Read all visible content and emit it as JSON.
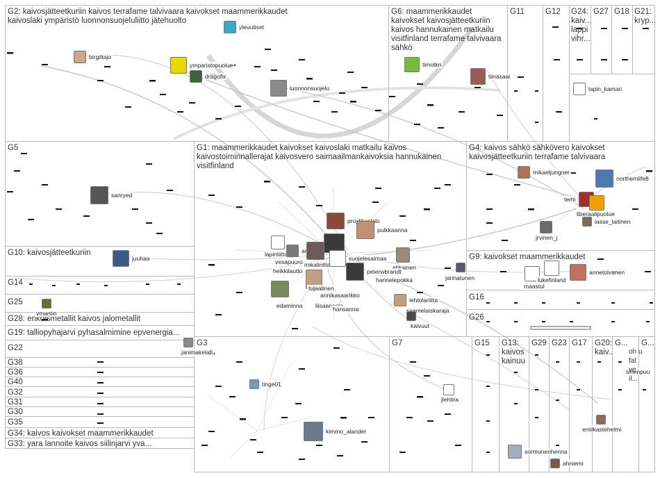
{
  "groups": [
    {
      "id": "G2",
      "label": "G2: kaivosjätteetkuriin kaivos terrafame talvivaara kaivokset maammerikkaudet kaivoslaki ympäristö luonnonsuojeluliitto jätehuolto"
    },
    {
      "id": "G6",
      "label": "G6: maammerikkaudet kaivokset kaivosjätteetkuriin kaivos hannukainen matkailu visitfinland terrafame talvivaara sähkö"
    },
    {
      "id": "G11",
      "label": "G11"
    },
    {
      "id": "G12",
      "label": "G12"
    },
    {
      "id": "G24",
      "label": "G24: kaiv... lappi vihr..."
    },
    {
      "id": "G27",
      "label": "G27"
    },
    {
      "id": "G18",
      "label": "G18"
    },
    {
      "id": "G21",
      "label": "G21: kryp..."
    },
    {
      "id": "G5",
      "label": "G5"
    },
    {
      "id": "G1",
      "label": "G1: maammerikkaudet kaivokset kaivoslaki matkailu kaivos kaivostoiminnallerajat kaivosvero saimaailmankaivoksia hannukainen visitfinland"
    },
    {
      "id": "G4",
      "label": "G4: kaivos sähkö sähkövero kaivokset kaivosjätteetkuriin terrafame talvivaara"
    },
    {
      "id": "G10",
      "label": "G10: kaivosjätteetkuriin"
    },
    {
      "id": "G9",
      "label": "G9: kaivokset maammerikkaudet"
    },
    {
      "id": "G14",
      "label": "G14"
    },
    {
      "id": "G16",
      "label": "G16"
    },
    {
      "id": "G25",
      "label": "G25"
    },
    {
      "id": "G26",
      "label": "G26"
    },
    {
      "id": "G28",
      "label": "G28: erikoismetallit kaivos jalometallit"
    },
    {
      "id": "G19",
      "label": "G19: talliopyhajarvi pyhasalmimine epvenergia..."
    },
    {
      "id": "G22",
      "label": "G22"
    },
    {
      "id": "G3",
      "label": "G3"
    },
    {
      "id": "G7",
      "label": "G7"
    },
    {
      "id": "G15",
      "label": "G15"
    },
    {
      "id": "G13",
      "label": "G13: kaivos kainuu"
    },
    {
      "id": "G29",
      "label": "G29"
    },
    {
      "id": "G23",
      "label": "G23"
    },
    {
      "id": "G17",
      "label": "G17"
    },
    {
      "id": "G20",
      "label": "G20: kaiv..."
    },
    {
      "id": "G8",
      "label": "G..."
    },
    {
      "id": "G30b",
      "label": "G..."
    },
    {
      "id": "G38",
      "label": "G38"
    },
    {
      "id": "G36",
      "label": "G36"
    },
    {
      "id": "G40",
      "label": "G40"
    },
    {
      "id": "G32",
      "label": "G32"
    },
    {
      "id": "G31",
      "label": "G31"
    },
    {
      "id": "G30",
      "label": "G30"
    },
    {
      "id": "G35",
      "label": "G35"
    },
    {
      "id": "G34",
      "label": "G34: kaivos kaivokset maammerikkaudet"
    },
    {
      "id": "G33",
      "label": "G33: yara lannoite kaivos siilinjarvi yva..."
    },
    {
      "id": "G21x",
      "label": "oh u fat ve il..."
    }
  ],
  "nodes": [
    {
      "label": "birgittajo",
      "color": "#c9a88f"
    },
    {
      "label": "yleuutiset",
      "color": "#3aa8c8"
    },
    {
      "label": "ymparistopuolue",
      "color": "#e8d800"
    },
    {
      "label": "dragofix",
      "color": "#3f5f3a"
    },
    {
      "label": "luonnonsuojelu",
      "color": "#8a8a8a"
    },
    {
      "label": "timotkn",
      "color": "#7ab83a"
    },
    {
      "label": "tiinasaai",
      "color": "#9a5a5a"
    },
    {
      "label": "lapin_kamari",
      "color": "#2b4e8c"
    },
    {
      "label": "sanryed",
      "color": "#555555"
    },
    {
      "label": "mikaeljungner",
      "color": "#b07060"
    },
    {
      "label": "northemlife8",
      "color": "#4a7ab0"
    },
    {
      "label": "terhi",
      "color": "#a03030"
    },
    {
      "label": "liberaalipuolue",
      "color": "#f0a000"
    },
    {
      "label": "lasse_laitinen",
      "color": "#7a6a5a"
    },
    {
      "label": "jrvinen_j",
      "color": "#6a6a6a"
    },
    {
      "label": "juuhaa",
      "color": "#3a5a8a"
    },
    {
      "label": "proylikaslalo",
      "color": "#8a4a3a"
    },
    {
      "label": "pulkkaanna",
      "color": "#c09070"
    },
    {
      "label": "lapinliitto",
      "color": "#c03030"
    },
    {
      "label": "arivuo",
      "color": "#7a7a7a"
    },
    {
      "label": "vesapuuro",
      "color": "#5a4a3a"
    },
    {
      "label": "mikalintila",
      "color": "#6a5a5a"
    },
    {
      "label": "suojelesaimaa",
      "color": "#1a5aa0"
    },
    {
      "label": "heikkilautto",
      "color": "#8a6a5a"
    },
    {
      "label": "etikainen",
      "color": "#9a8a7a"
    },
    {
      "label": "peterwbrandt",
      "color": "#3a3a3a"
    },
    {
      "label": "hannelepokka",
      "color": "#b08a7a"
    },
    {
      "label": "tujaatinen",
      "color": "#c0a080"
    },
    {
      "label": "annikasaarikko",
      "color": "#c08060"
    },
    {
      "label": "edaminna",
      "color": "#7a8a5a"
    },
    {
      "label": "liisaansala",
      "color": "#a08070"
    },
    {
      "label": "hansanna",
      "color": "#6a4a3a"
    },
    {
      "label": "jarinatunen",
      "color": "#5a5a6a"
    },
    {
      "label": "lehtolariitta",
      "color": "#c0a080"
    },
    {
      "label": "saamelaiskaraja",
      "color": "#a0a0a0"
    },
    {
      "label": "kaivuut",
      "color": "#4a4a4a"
    },
    {
      "label": "maastul",
      "color": "#ffffff"
    },
    {
      "label": "lukefinland",
      "color": "#f0a020"
    },
    {
      "label": "annetolvanen",
      "color": "#c07060"
    },
    {
      "label": "vmantin",
      "color": "#6a6a3a"
    },
    {
      "label": "janimakelafi",
      "color": "#8a8a8a"
    },
    {
      "label": "tinge01",
      "color": "#7a9ab0"
    },
    {
      "label": "jlehtira",
      "color": "#c04040"
    },
    {
      "label": "kimmo_alander",
      "color": "#6a7a8a"
    },
    {
      "label": "emilkastehelmi",
      "color": "#8a6a5a"
    },
    {
      "label": "sormunenhenna",
      "color": "#a0b0c0"
    },
    {
      "label": "ahniemi",
      "color": "#7a5a4a"
    },
    {
      "label": "sihenpuu",
      "color": "#7a8a5a"
    }
  ]
}
